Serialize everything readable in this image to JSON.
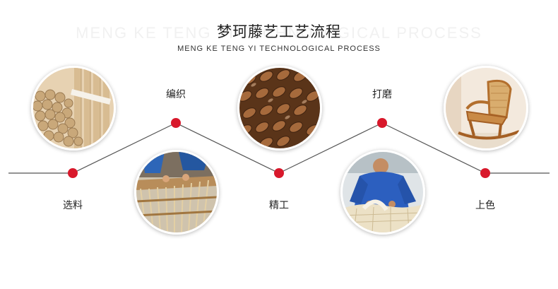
{
  "header": {
    "watermark": "MENG KE TENG YI TECHNOLOGICAL PROCESS",
    "title": "梦珂藤艺工艺流程",
    "subtitle": "MENG KE TENG YI TECHNOLOGICAL PROCESS"
  },
  "steps": [
    {
      "label": "选料"
    },
    {
      "label": "编织"
    },
    {
      "label": "精工"
    },
    {
      "label": "打磨"
    },
    {
      "label": "上色"
    }
  ],
  "colors": {
    "line": "#555555",
    "dot": "#d8182b",
    "text": "#222222"
  }
}
